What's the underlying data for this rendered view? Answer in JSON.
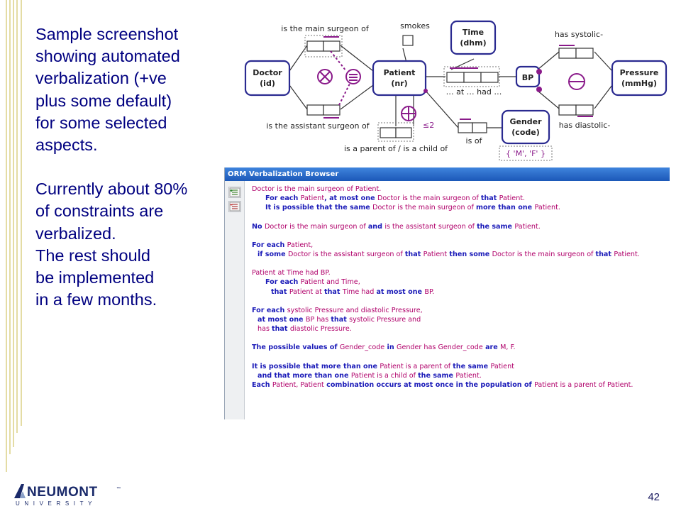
{
  "slide": {
    "text_lines": [
      "Sample screenshot",
      "showing automated",
      "verbalization (+ve",
      "plus some default)",
      "for some selected",
      "aspects.",
      "",
      "Currently about 80%",
      "of constraints are",
      "verbalized.",
      "The rest should",
      "be implemented",
      "in a few months."
    ],
    "page_number": "42",
    "logo": {
      "wordmark": "NEUMONT",
      "tm": "™",
      "subtitle": "UNIVERSITY"
    }
  },
  "diagram": {
    "entities": {
      "doctor": [
        "Doctor",
        "(id)"
      ],
      "patient": [
        "Patient",
        "(nr)"
      ],
      "time": [
        "Time",
        "(dhm)"
      ],
      "pressure": [
        "Pressure",
        "(mmHg)"
      ],
      "gender": [
        "Gender",
        "(code)"
      ],
      "bp": "BP",
      "smokes_label": "smokes"
    },
    "labels": {
      "main_surgeon": "is the main surgeon of",
      "assistant_surgeon": "is the assistant surgeon of",
      "parent_child": "is a parent of / is a child of",
      "at_had": "… at … had …",
      "is_of": "is of",
      "has_systolic": "has systolic-",
      "has_diastolic": "has diastolic-",
      "le2": "≤2",
      "gender_values": "{ 'M', 'F' }"
    },
    "colors": {
      "entity_border": "#2a2a90",
      "constraint": "#8a1a8a",
      "line": "#333333"
    }
  },
  "browser": {
    "title": "ORM Verbalization Browser",
    "blocks": [
      [
        {
          "indent": 0,
          "segments": [
            [
              "e",
              "Doctor"
            ],
            [
              "p",
              " is the main surgeon of "
            ],
            [
              "e",
              "Patient"
            ],
            [
              "p",
              "."
            ]
          ]
        },
        {
          "indent": 1,
          "segments": [
            [
              "k",
              "For each "
            ],
            [
              "e",
              "Patient"
            ],
            [
              "k",
              ", at most one "
            ],
            [
              "e",
              "Doctor"
            ],
            [
              "p",
              " is the main surgeon of "
            ],
            [
              "k",
              "that "
            ],
            [
              "e",
              "Patient"
            ],
            [
              "p",
              "."
            ]
          ]
        },
        {
          "indent": 1,
          "segments": [
            [
              "k",
              "It is possible that the same "
            ],
            [
              "e",
              "Doctor"
            ],
            [
              "p",
              " is the main surgeon of "
            ],
            [
              "k",
              "more than one "
            ],
            [
              "e",
              "Patient"
            ],
            [
              "p",
              "."
            ]
          ]
        }
      ],
      [
        {
          "indent": 0,
          "segments": [
            [
              "k",
              "No "
            ],
            [
              "e",
              "Doctor"
            ],
            [
              "p",
              " is the main surgeon of "
            ],
            [
              "k",
              "and "
            ],
            [
              "p",
              "is the assistant surgeon of "
            ],
            [
              "k",
              "the same "
            ],
            [
              "e",
              "Patient"
            ],
            [
              "p",
              "."
            ]
          ]
        }
      ],
      [
        {
          "indent": 0,
          "segments": [
            [
              "k",
              "For each "
            ],
            [
              "e",
              "Patient"
            ],
            [
              "p",
              ","
            ]
          ]
        },
        {
          "indent": 2,
          "segments": [
            [
              "k",
              "if some "
            ],
            [
              "e",
              "Doctor"
            ],
            [
              "p",
              " is the assistant surgeon of "
            ],
            [
              "k",
              "that "
            ],
            [
              "e",
              "Patient"
            ],
            [
              "k",
              " then some "
            ],
            [
              "e",
              "Doctor"
            ],
            [
              "p",
              " is the main surgeon of "
            ],
            [
              "k",
              "that "
            ],
            [
              "e",
              "Patient"
            ],
            [
              "p",
              "."
            ]
          ]
        }
      ],
      [
        {
          "indent": 0,
          "segments": [
            [
              "e",
              "Patient"
            ],
            [
              "p",
              " at "
            ],
            [
              "e",
              "Time"
            ],
            [
              "p",
              " had "
            ],
            [
              "e",
              "BP"
            ],
            [
              "p",
              "."
            ]
          ]
        },
        {
          "indent": 1,
          "segments": [
            [
              "k",
              "For each "
            ],
            [
              "e",
              "Patient"
            ],
            [
              "p",
              " and "
            ],
            [
              "e",
              "Time"
            ],
            [
              "p",
              ","
            ]
          ]
        },
        {
          "indent": 3,
          "segments": [
            [
              "k",
              "that "
            ],
            [
              "e",
              "Patient"
            ],
            [
              "p",
              " at "
            ],
            [
              "k",
              "that "
            ],
            [
              "e",
              "Time"
            ],
            [
              "p",
              " had "
            ],
            [
              "k",
              "at most one "
            ],
            [
              "e",
              "BP"
            ],
            [
              "p",
              "."
            ]
          ]
        }
      ],
      [
        {
          "indent": 0,
          "segments": [
            [
              "k",
              "For each "
            ],
            [
              "p",
              "systolic "
            ],
            [
              "e",
              "Pressure"
            ],
            [
              "p",
              " and diastolic "
            ],
            [
              "e",
              "Pressure"
            ],
            [
              "p",
              ","
            ]
          ]
        },
        {
          "indent": 2,
          "segments": [
            [
              "k",
              "at most one "
            ],
            [
              "e",
              "BP"
            ],
            [
              "p",
              " has "
            ],
            [
              "k",
              "that "
            ],
            [
              "p",
              "systolic "
            ],
            [
              "e",
              "Pressure"
            ],
            [
              "p",
              " and"
            ]
          ]
        },
        {
          "indent": 2,
          "segments": [
            [
              "p",
              "has "
            ],
            [
              "k",
              "that "
            ],
            [
              "p",
              "diastolic "
            ],
            [
              "e",
              "Pressure"
            ],
            [
              "p",
              "."
            ]
          ]
        }
      ],
      [
        {
          "indent": 0,
          "segments": [
            [
              "k",
              "The possible values of "
            ],
            [
              "e",
              "Gender_code"
            ],
            [
              "k",
              " in "
            ],
            [
              "e",
              "Gender"
            ],
            [
              "p",
              " has "
            ],
            [
              "e",
              "Gender_code"
            ],
            [
              "k",
              " are "
            ],
            [
              "e",
              "M"
            ],
            [
              "p",
              ", "
            ],
            [
              "e",
              "F"
            ],
            [
              "p",
              "."
            ]
          ]
        }
      ],
      [
        {
          "indent": 0,
          "segments": [
            [
              "k",
              "It is possible that more than one "
            ],
            [
              "e",
              "Patient"
            ],
            [
              "p",
              " is a parent of "
            ],
            [
              "k",
              "the same "
            ],
            [
              "e",
              "Patient"
            ]
          ]
        },
        {
          "indent": 2,
          "segments": [
            [
              "k",
              "and that more than one "
            ],
            [
              "e",
              "Patient"
            ],
            [
              "p",
              " is a child of "
            ],
            [
              "k",
              "the same "
            ],
            [
              "e",
              "Patient"
            ],
            [
              "p",
              "."
            ]
          ]
        },
        {
          "indent": 0,
          "segments": [
            [
              "k",
              "Each "
            ],
            [
              "e",
              "Patient"
            ],
            [
              "p",
              ", "
            ],
            [
              "e",
              "Patient"
            ],
            [
              "k",
              " combination occurs at most once in the population of "
            ],
            [
              "e",
              "Patient"
            ],
            [
              "p",
              " is a parent of "
            ],
            [
              "e",
              "Patient"
            ],
            [
              "p",
              "."
            ]
          ]
        }
      ]
    ]
  }
}
